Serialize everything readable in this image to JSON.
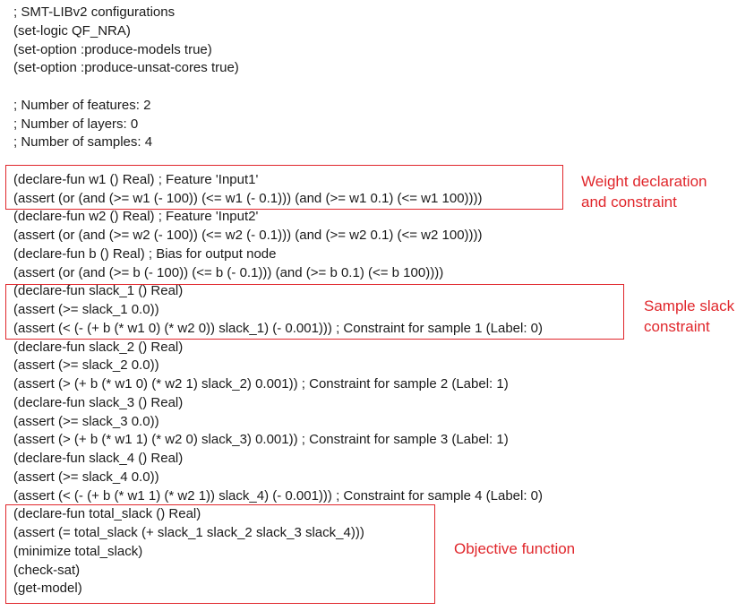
{
  "document": {
    "lines": [
      "; SMT-LIBv2 configurations",
      "(set-logic QF_NRA)",
      "(set-option :produce-models true)",
      "(set-option :produce-unsat-cores true)",
      "",
      "; Number of features: 2",
      "; Number of layers: 0",
      "; Number of samples: 4",
      "",
      "(declare-fun w1 () Real) ; Feature 'Input1'",
      "(assert (or (and (>= w1 (- 100)) (<= w1 (- 0.1))) (and (>= w1 0.1) (<= w1 100))))",
      "(declare-fun w2 () Real) ; Feature 'Input2'",
      "(assert (or (and (>= w2 (- 100)) (<= w2 (- 0.1))) (and (>= w2 0.1) (<= w2 100))))",
      "(declare-fun b () Real) ; Bias for output node",
      "(assert (or (and (>= b (- 100)) (<= b (- 0.1))) (and (>= b 0.1) (<= b 100))))",
      "(declare-fun slack_1 () Real)",
      "(assert (>= slack_1 0.0))",
      "(assert (< (- (+ b (* w1 0) (* w2 0)) slack_1) (- 0.001))) ; Constraint for sample 1 (Label: 0)",
      "(declare-fun slack_2 () Real)",
      "(assert (>= slack_2 0.0))",
      "(assert (> (+ b (* w1 0) (* w2 1) slack_2) 0.001)) ; Constraint for sample 2 (Label: 1)",
      "(declare-fun slack_3 () Real)",
      "(assert (>= slack_3 0.0))",
      "(assert (> (+ b (* w1 1) (* w2 0) slack_3) 0.001)) ; Constraint for sample 3 (Label: 1)",
      "(declare-fun slack_4 () Real)",
      "(assert (>= slack_4 0.0))",
      "(assert (< (- (+ b (* w1 1) (* w2 1)) slack_4) (- 0.001))) ; Constraint for sample 4 (Label: 0)",
      "(declare-fun total_slack () Real)",
      "(assert (= total_slack (+ slack_1 slack_2 slack_3 slack_4)))",
      "(minimize total_slack)",
      "(check-sat)",
      "(get-model)"
    ]
  },
  "annotations": {
    "weight": "Weight declaration\nand constraint",
    "sample": "Sample slack\nconstraint",
    "objective": "Objective function"
  },
  "colors": {
    "annotation": "#e0262b",
    "text": "#1a1a1a"
  }
}
